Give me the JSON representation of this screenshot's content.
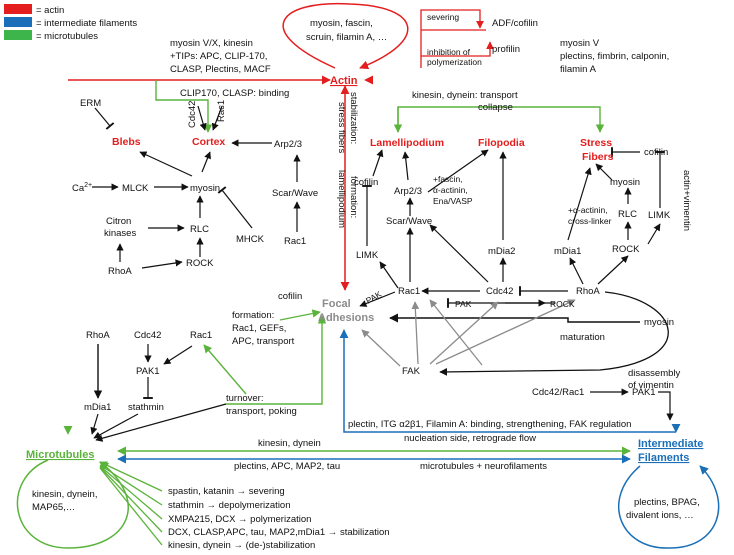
{
  "legend": [
    {
      "label": "= actin",
      "color": "#e41e1e"
    },
    {
      "label": "= intermediate filaments",
      "color": "#1a6fb8"
    },
    {
      "label": "= microtubules",
      "color": "#3db54a"
    }
  ],
  "colors": {
    "actin": "#e41e1e",
    "if": "#1a6fb8",
    "mt": "#5ab33a",
    "gray": "#8c8c8c",
    "black": "#111111"
  },
  "hubs": {
    "actin": "Actin",
    "microtubules": "Microtubules",
    "if_line1": "Intermediate",
    "if_line2": "Filaments",
    "focal_line1": "Focal",
    "focal_line2": "Adhesions"
  },
  "structures": {
    "blebs": "Blebs",
    "cortex": "Cortex",
    "lamellipodium": "Lamellipodium",
    "filopodia": "Filopodia",
    "stress_line1": "Stress",
    "stress_line2": "Fibers"
  },
  "nodes": {
    "erm": "ERM",
    "cdc42_top": "Cdc42",
    "rac1_top": "Rac1",
    "arp23_left": "Arp2/3",
    "calcium": "Ca",
    "calcium_sup": "2+",
    "mlck": "MLCK",
    "myosin_mid": "myosin",
    "citron1": "Citron",
    "citron2": "kinases",
    "rlc_left": "RLC",
    "mhck": "MHCK",
    "rock_left": "ROCK",
    "rhoa_left": "RhoA",
    "scar_left": "Scar/Wave",
    "rac1_left": "Rac1",
    "cofilin_mid": "cofilin",
    "arp23_mid": "Arp2/3",
    "limk_mid": "LIMK",
    "scar_mid": "Scar/Wave",
    "mdia2": "mDia2",
    "mdia1_right": "mDia1",
    "rac1_mid": "Rac1",
    "cdc42_mid": "Cdc42",
    "rhoa_right": "RhoA",
    "cofilin_right": "cofilin",
    "myosin_right": "myosin",
    "rlc_right": "RLC",
    "rock_right": "ROCK",
    "limk_right": "LIMK",
    "pak_diag": "PAK",
    "pak_small": "PAK",
    "rock_small": "ROCK",
    "myosin_bottom": "myosin",
    "maturation": "maturation",
    "fak": "FAK",
    "cdc42rac1": "Cdc42/Rac1",
    "pak1_right": "PAK1",
    "rhoa_bl": "RhoA",
    "cdc42_bl": "Cdc42",
    "rac1_bl": "Rac1",
    "pak1_bl": "PAK1",
    "stathmin": "stathmin",
    "mdia1_bl": "mDia1",
    "cofilin_fa": "cofilin"
  },
  "texts": {
    "actin_loop1": "myosin, fascin,",
    "actin_loop2": "scruin, filamin A, …",
    "severing": "severing",
    "adf": "ADF/cofilin",
    "inhibition1": "inhibition of",
    "inhibition2": "polymerization",
    "profilin": "profilin",
    "mv1": "myosin V",
    "mv2": "plectins, fimbrin, calponin,",
    "mv3": "filamin A",
    "mtop1": "myosin V/X, kinesin",
    "mtop2": "+TIPs: APC, CLIP-170,",
    "mtop3": "CLASP, Plectins, MACF",
    "clip_binding": "CLIP170, CLASP: binding",
    "kd_transport": "kinesin, dynein: transport",
    "collapse": "collapse",
    "stab": "stabilization:",
    "stress_fibers_v": "stress fibers",
    "formation": "formation:",
    "lamellipodium_v": "lamellipodium",
    "fascin1": "+fascin,",
    "fascin2": "α-actinin,",
    "fascin3": "Ena/VASP",
    "alpha1": "+α-actinin,",
    "alpha2": "cross-linker",
    "actin_vim": "actin+vimentin",
    "fform1": "formation:",
    "fform2": "Rac1, GEFs,",
    "fform3": "APC, transport",
    "turn1": "turnover:",
    "turn2": "transport, poking",
    "disassembly1": "disassembly",
    "disassembly2": "of vimentin",
    "plectin_line": "plectin, ITG α2β1, Filamin A: binding, strengthening, FAK regulation",
    "nucleation": "nucleation side, retrograde flow",
    "kd2": "kinesin,  dynein",
    "papt": "plectins, APC, MAP2, tau",
    "mtnf": "microtubules + neurofilaments",
    "mt_loop1": "kinesin, dynein,",
    "mt_loop2": "MAP65,…",
    "if_loop1": "plectins, BPAG,",
    "if_loop2": "divalent ions, …",
    "b1": "spastin, katanin →  severing",
    "b2": "stathmin →  depolymerization",
    "b3": "XMPA215, DCX → polymerization",
    "b4": "DCX, CLASP,APC, tau, MAP2,mDia1 →  stabilization",
    "b5": "kinesin, dynein →  (de-)stabilization"
  }
}
